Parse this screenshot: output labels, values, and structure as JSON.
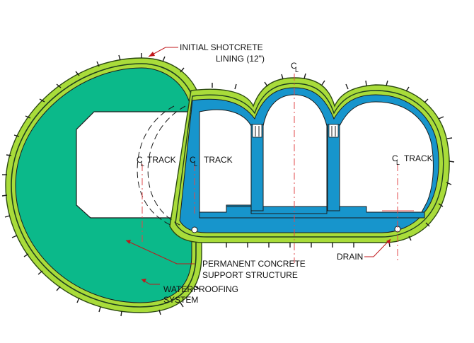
{
  "labels": {
    "shotcrete_line1": "INITIAL SHOTCRETE",
    "shotcrete_line2": "LINING (12\")",
    "centerline": "C",
    "centerline_sub": "L",
    "track_left_1": "TRACK",
    "track_left_2": "TRACK",
    "track_right": "TRACK",
    "drain": "DRAIN",
    "support_line1": "PERMANENT CONCRETE",
    "support_line2": "SUPPORT STRUCTURE",
    "waterproof_line1": "WATERPROOFING",
    "waterproof_line2": "SYSTEM"
  },
  "colors": {
    "shotcrete": "#a9dc3a",
    "waterproofing_line": "#1f3f1f",
    "concrete": "#1795cc",
    "cavern_fill": "#0bb98a",
    "leader": "#c0171b",
    "centerline_dash": "#e0484b",
    "outline": "#222222"
  }
}
